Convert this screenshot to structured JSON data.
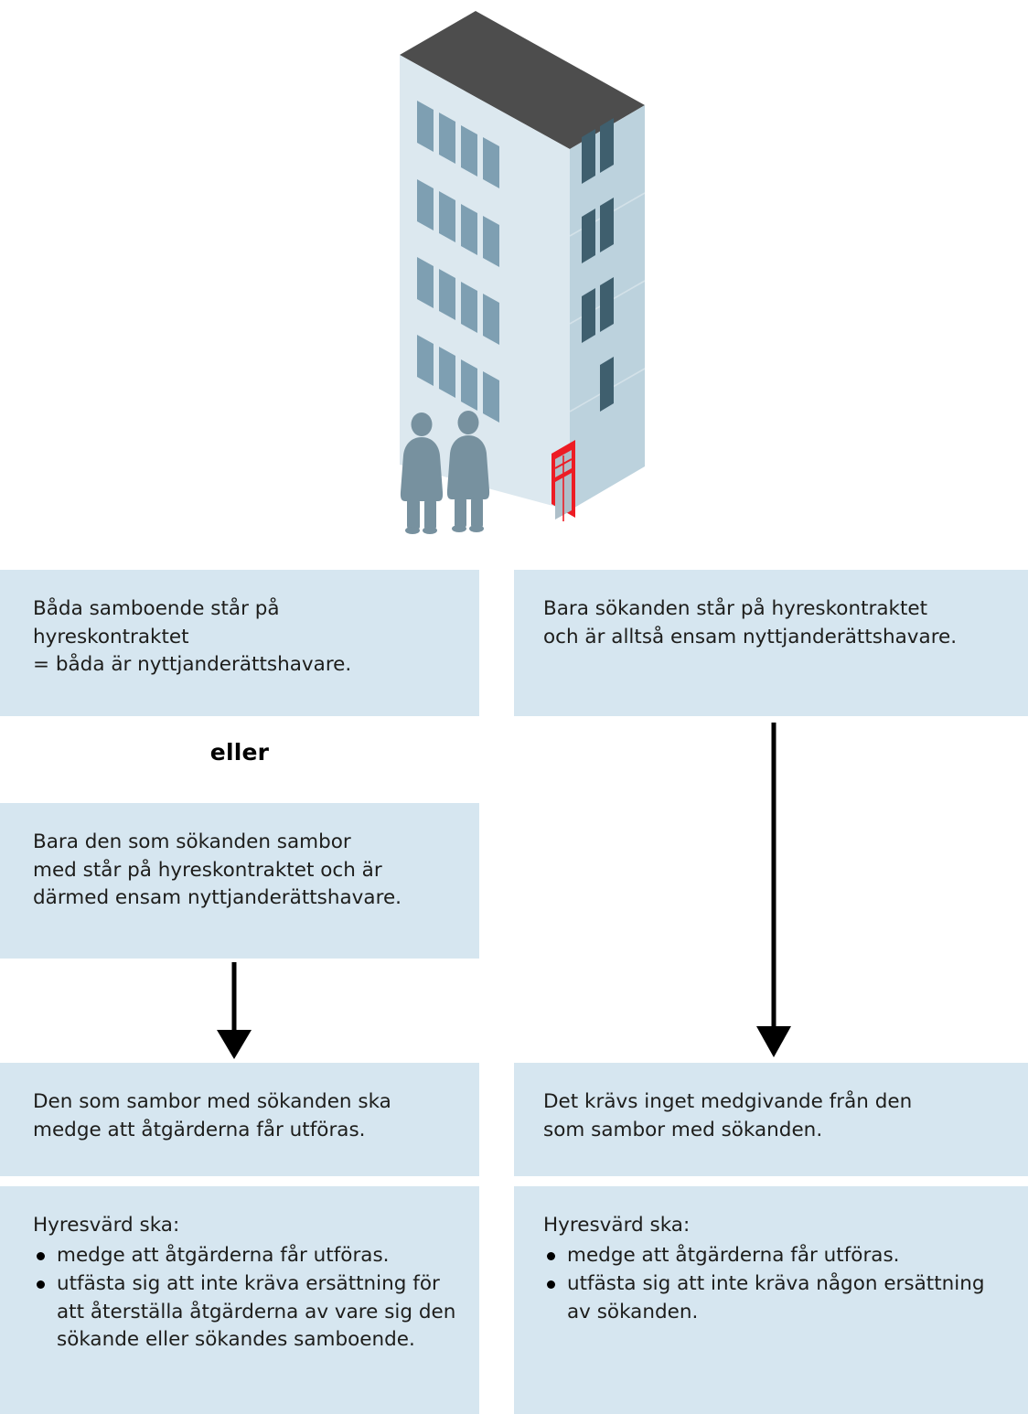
{
  "illustration": {
    "name": "isometric-apartment-building-with-two-people",
    "colors": {
      "roof": "#4d4d4d",
      "front_face": "#dce8ef",
      "side_face": "#bcd2dd",
      "window_front": "#7e9fb2",
      "window_side": "#3f5f6e",
      "door": "#ed1c24",
      "door_glass": "#aebfc9",
      "person": "#77919f"
    },
    "floors": 5,
    "people_count": 2
  },
  "colors": {
    "box_background": "#d6e6f0",
    "text": "#1d1d1b",
    "arrow": "#000000",
    "page_background": "#ffffff"
  },
  "flow": {
    "left": {
      "box1": "Båda samboende står på\nhyreskontraktet\n= båda är nyttjanderättshavare.",
      "connector_label": "eller",
      "box2": "Bara den som sökanden sambor\nmed står på hyreskontraktet och är\ndärmed ensam nyttjanderättshavare.",
      "arrow": "down-arrow",
      "box3": "Den som sambor med sökanden ska\nmedge att åtgärderna får utföras.",
      "box4": {
        "heading": "Hyresvärd ska:",
        "bullets": [
          "medge att åtgärderna får utföras.",
          "utfästa sig att inte kräva ersättning för att återställa åtgärderna av vare sig den sökande eller sökandes samboende."
        ]
      }
    },
    "right": {
      "box1": "Bara sökanden står på hyreskontraktet\noch är alltså ensam nyttjanderättshavare.",
      "arrow": "down-arrow",
      "box3": "Det krävs inget medgivande från den\nsom sambor med sökanden.",
      "box4": {
        "heading": "Hyresvärd ska:",
        "bullets": [
          "medge att åtgärderna får utföras.",
          "utfästa sig att inte kräva någon ersättning av sökanden."
        ]
      }
    }
  }
}
